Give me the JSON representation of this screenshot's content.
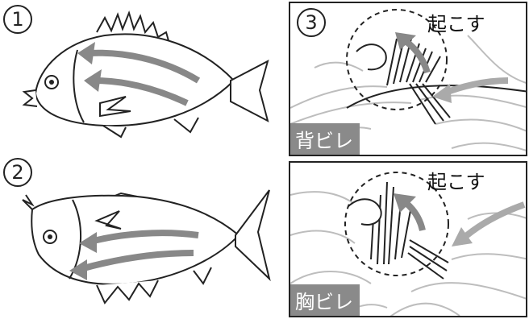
{
  "steps": [
    {
      "number": "1"
    },
    {
      "number": "2"
    },
    {
      "number": "3",
      "action_label": "起こす",
      "fin_label": "背ビレ"
    },
    {
      "action_label": "起こす",
      "fin_label": "胸ビレ"
    }
  ],
  "colors": {
    "arrow": "#888888",
    "line": "#222222",
    "photo_line": "#bdbdbd",
    "label_bg": "#8a8a8a"
  }
}
